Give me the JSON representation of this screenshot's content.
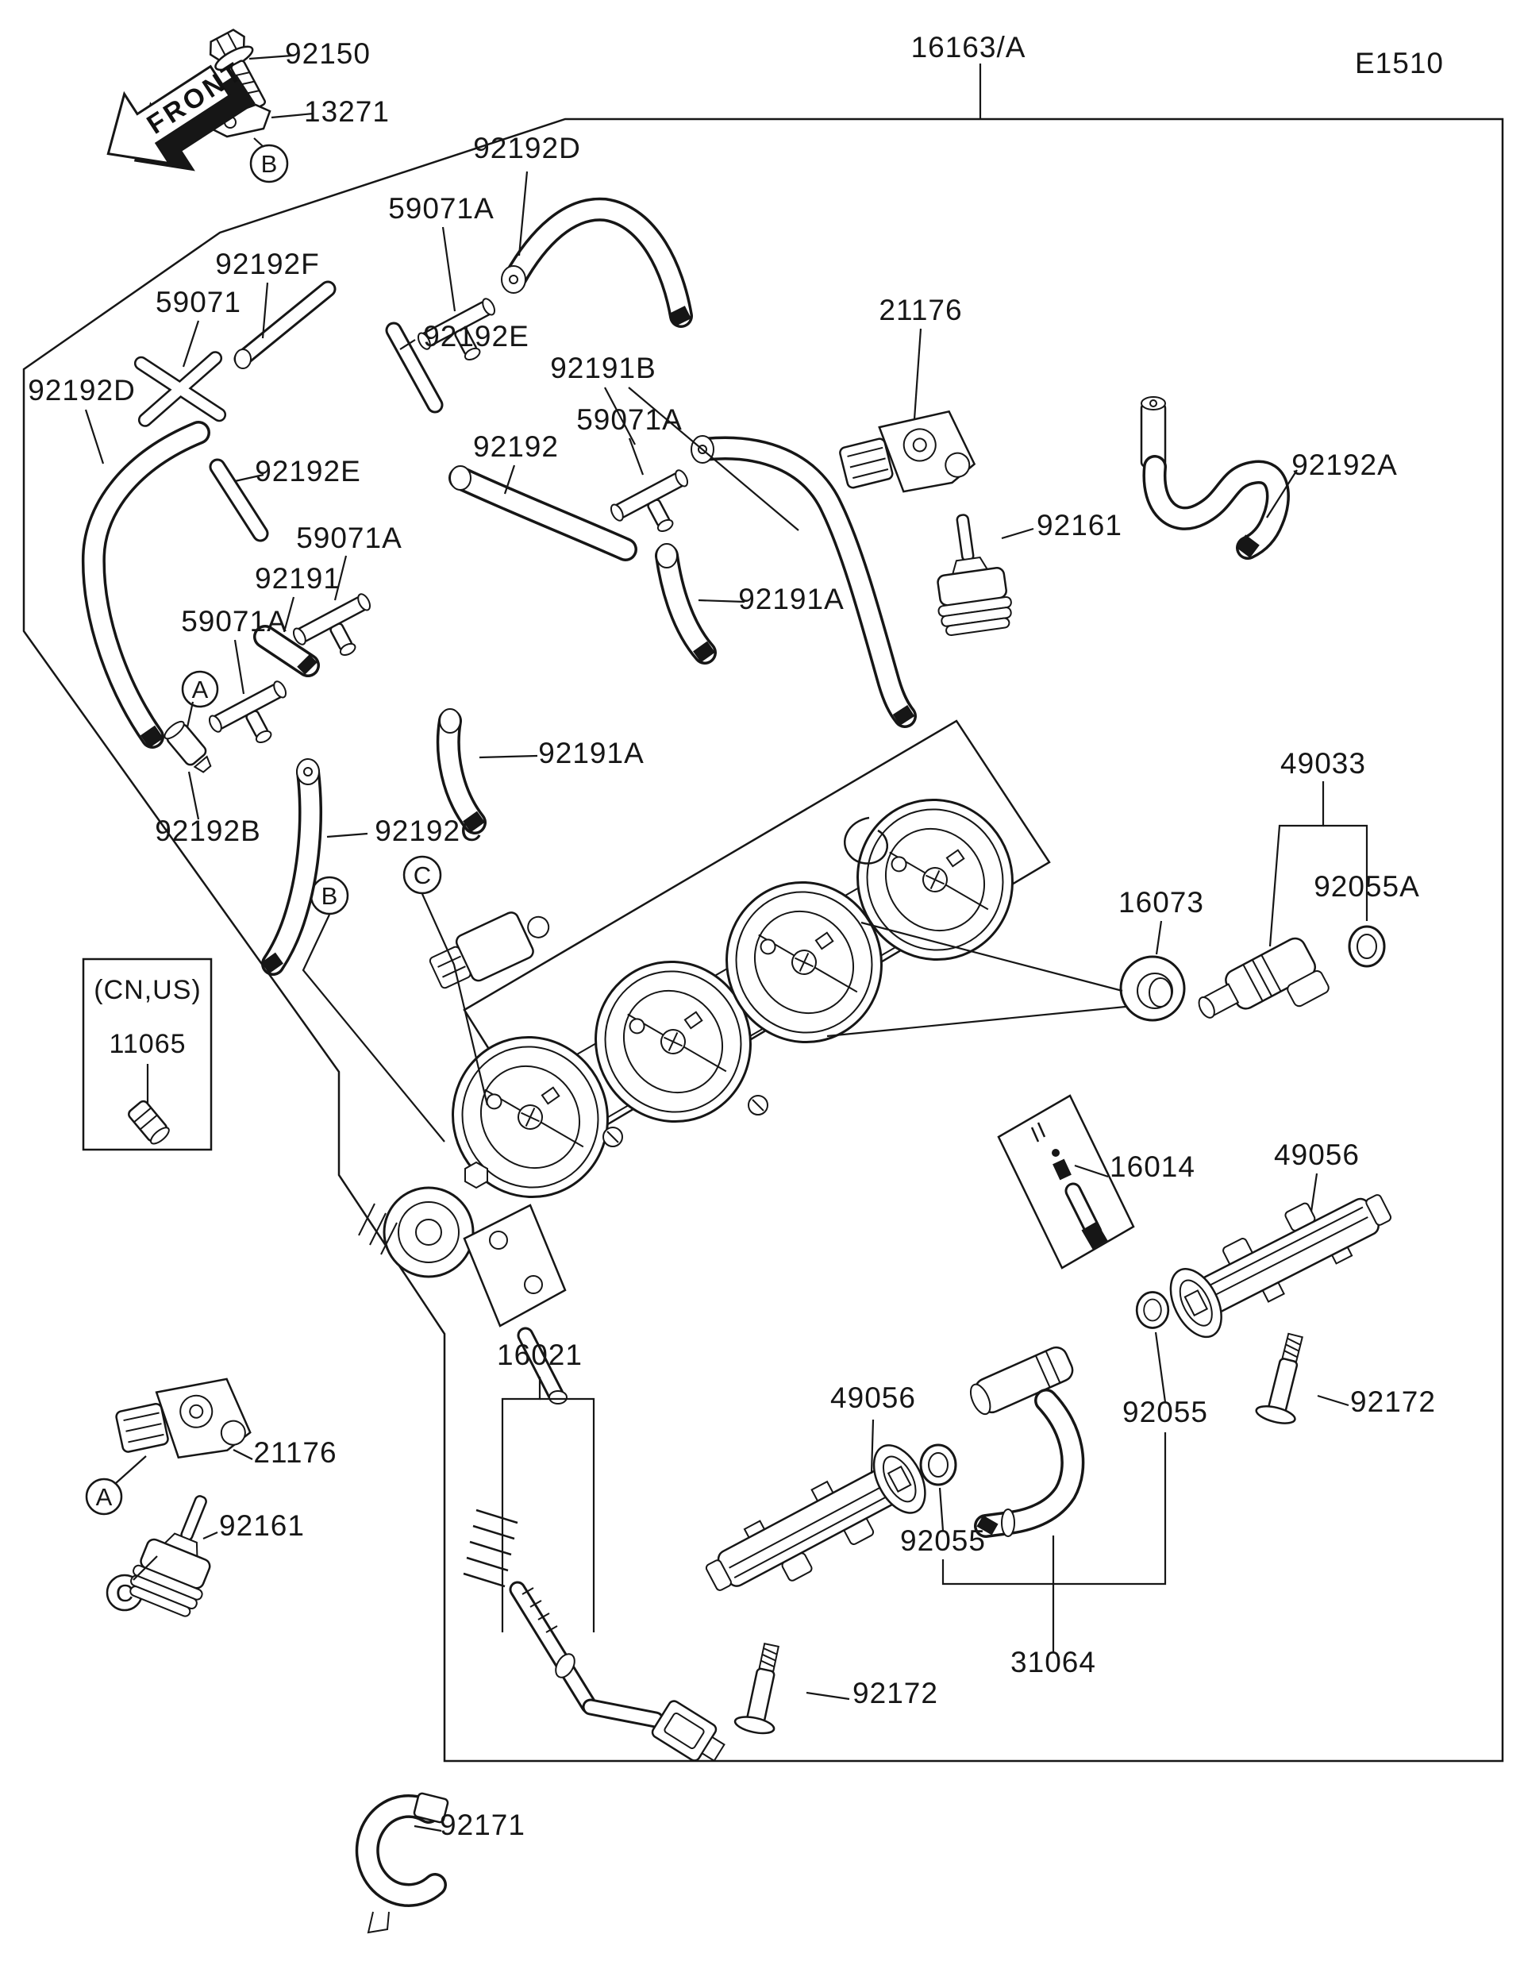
{
  "page": {
    "code": "E1510",
    "assembly_ref": "16163/A",
    "front_label": "FRONT",
    "variant_note": "(CN,US)",
    "variant_part": "11065"
  },
  "callout_letters": {
    "a": "A",
    "b": "B",
    "c": "C"
  },
  "part_labels": [
    "92150",
    "13271",
    "92192D",
    "59071A",
    "92192F",
    "59071",
    "92192E",
    "92191B",
    "92192D",
    "21176",
    "92192A",
    "92161",
    "59071A",
    "92192",
    "92192E",
    "59071A",
    "92191",
    "92191A",
    "59071A",
    "92191A",
    "92192B",
    "92192C",
    "49033",
    "92055A",
    "16073",
    "16014",
    "49056",
    "92172",
    "92055",
    "49056",
    "92055",
    "31064",
    "16021",
    "21176",
    "92161",
    "92172",
    "92171"
  ]
}
